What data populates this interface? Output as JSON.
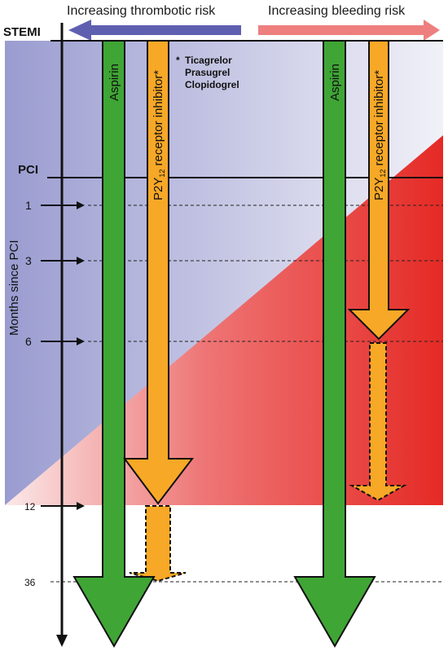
{
  "header": {
    "thrombotic_label": "Increasing thrombotic risk",
    "bleeding_label": "Increasing bleeding risk"
  },
  "events": {
    "stemi": "STEMI",
    "pci": "PCI"
  },
  "axis": {
    "title": "Months since PCI",
    "ticks": [
      "1",
      "3",
      "6",
      "12",
      "36"
    ]
  },
  "drugs": {
    "aspirin": "Aspirin",
    "p2y12_prefix": "P2Y",
    "p2y12_subscript": "12",
    "p2y12_suffix": " receptor inhibitor*"
  },
  "footnote": {
    "marker": "*",
    "items": [
      "Ticagrelor",
      "Prasugrel",
      "Clopidogrel"
    ]
  },
  "colors": {
    "thrombotic": "#8e92c8",
    "bleeding": "#e8302a",
    "aspirin_arrow": "#3fa535",
    "p2y12_arrow": "#f7a826",
    "header_bleeding_arrow": "#ee7f7f",
    "header_thrombotic_arrow": "#5f5fb0"
  }
}
